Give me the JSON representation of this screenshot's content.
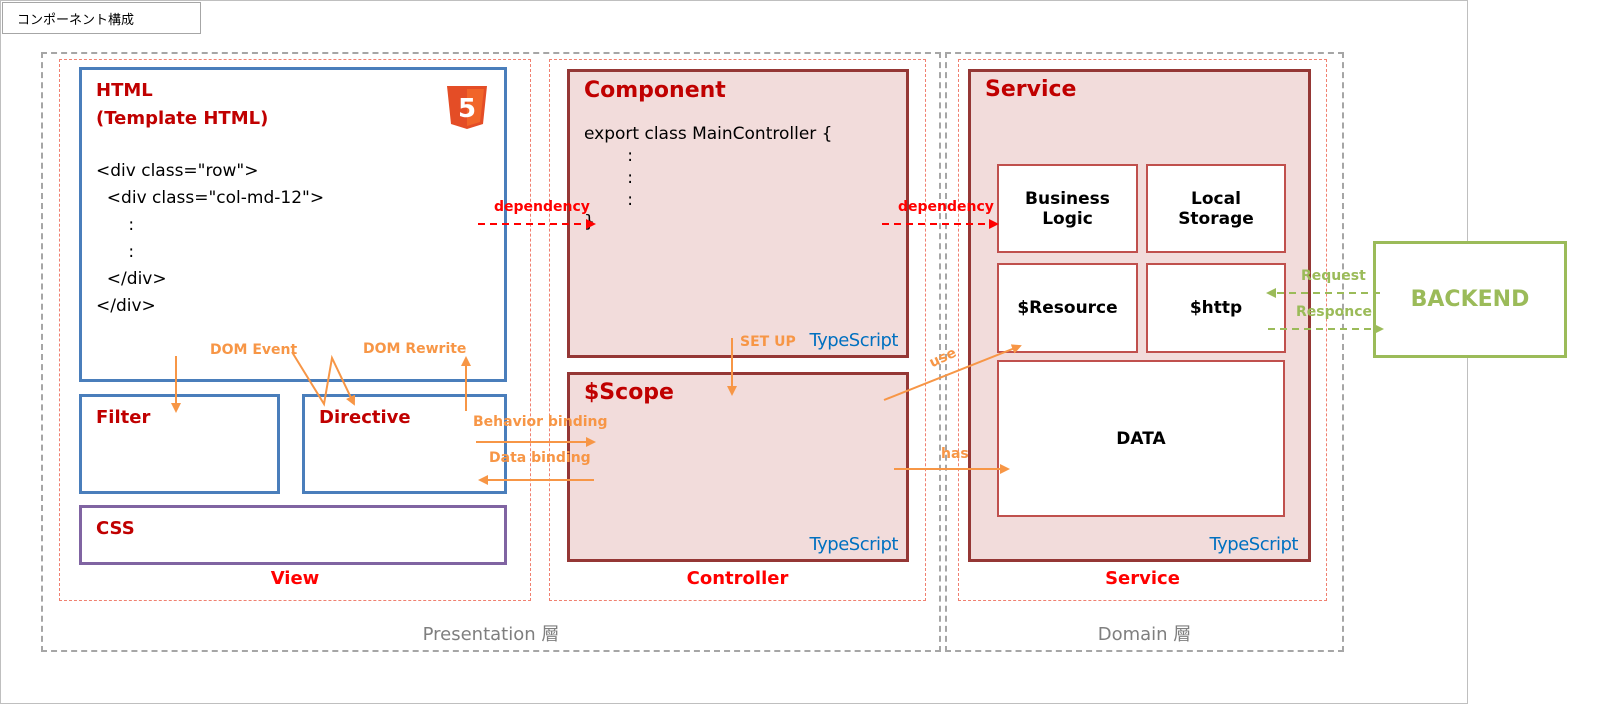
{
  "sheet_tab": "コンポーネント構成",
  "layers": {
    "presentation": "Presentation 層",
    "domain": "Domain 層"
  },
  "columns": {
    "view": "View",
    "controller": "Controller",
    "service": "Service"
  },
  "html_box": {
    "title_line1": "HTML",
    "title_line2": "(Template HTML)",
    "code": [
      "<div class=\"row\">",
      "  <div class=\"col-md-12\">",
      "      :",
      "      :",
      "  </div>",
      "</div>"
    ],
    "badge": "5"
  },
  "filter_box": {
    "title": "Filter"
  },
  "directive_box": {
    "title": "Directive"
  },
  "css_box": {
    "title": "CSS"
  },
  "component_box": {
    "title": "Component",
    "code": [
      "export class MainController {",
      "        :",
      "        :",
      "        :",
      "}"
    ],
    "lang": "TypeScript"
  },
  "scope_box": {
    "title": "$Scope",
    "lang": "TypeScript"
  },
  "service_box": {
    "title": "Service",
    "lang": "TypeScript",
    "business_logic": "Business\nLogic",
    "local_storage": "Local\nStorage",
    "resource": "$Resource",
    "http": "$http",
    "data": "DATA"
  },
  "backend": "BACKEND",
  "arrows": {
    "dom_event": "DOM Event",
    "dom_rewrite": "DOM Rewrite",
    "behavior_binding": "Behavior binding",
    "data_binding": "Data binding",
    "dependency_1": "dependency",
    "dependency_2": "dependency",
    "set_up": "SET UP",
    "use": "use",
    "has": "has",
    "request": "Request",
    "responce": "Responce"
  },
  "colors": {
    "red_label": "#ff0000",
    "dark_red_title": "#c00000",
    "orange_arrow": "#f79646",
    "green_backend": "#9bbb59",
    "view_blue": "#4a7ebb",
    "css_purple": "#8064a2",
    "controller_maroon": "#953735",
    "controller_fill": "#f2dcdb",
    "typescript_blue": "#0070c0",
    "html5_orange": "#e44d26"
  }
}
